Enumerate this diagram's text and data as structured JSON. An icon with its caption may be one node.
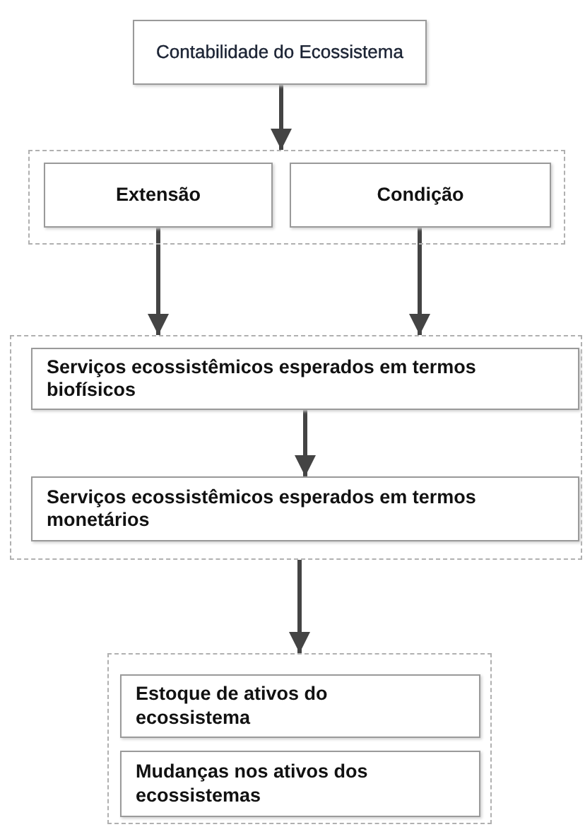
{
  "diagram": {
    "nodes": [
      {
        "text": [
          "Contabilidade do Ecossistema"
        ]
      },
      {
        "text": [],
        "shape": "box"
      },
      {
        "text": [
          "Extensão"
        ],
        "in": 1
      },
      {
        "text": [
          "Condição"
        ],
        "in": 1
      },
      {
        "text": [],
        "shape": "box"
      },
      {
        "text": [
          "Serviços ecossistêmicos esperados em termos biofísicos"
        ],
        "in": 4
      },
      {
        "text": [
          "Serviços ecossistêmicos esperados em termos monetários"
        ],
        "in": 4
      },
      {
        "text": [],
        "shape": "box"
      },
      {
        "text": [
          "Estoque de ativos do ecossistema"
        ],
        "in": 7
      },
      {
        "text": [
          "Mudanças nos ativos dos ecossistemas"
        ],
        "in": 7
      }
    ],
    "edges": [
      {
        "from": 0,
        "to": 1,
        "arrow": "to"
      },
      {
        "from": 2,
        "to": 4,
        "arrow": "to"
      },
      {
        "from": 3,
        "to": 4,
        "arrow": "to"
      },
      {
        "from": 5,
        "to": 6,
        "arrow": "to"
      },
      {
        "from": 4,
        "to": 7,
        "arrow": "to"
      }
    ]
  }
}
